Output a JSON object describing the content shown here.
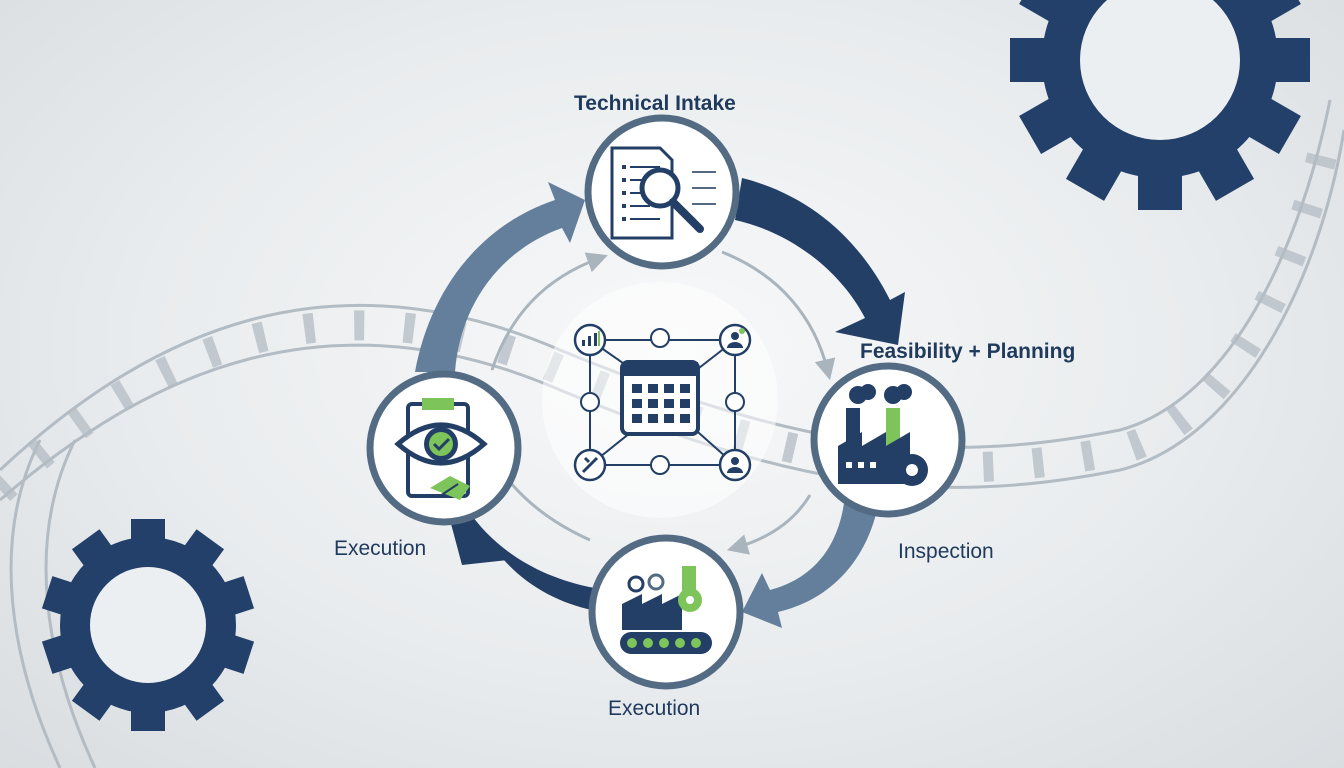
{
  "diagram": {
    "stages": [
      {
        "label": "Technical Intake",
        "icon": "document-magnifier-icon"
      },
      {
        "label": "Feasibility + Planning",
        "icon": "factory-gear-icon"
      },
      {
        "label": "Inspection"
      },
      {
        "label": "Execution",
        "icon": "factory-conveyor-icon"
      },
      {
        "label": "Execution",
        "icon": "eye-check-handshake-icon"
      }
    ],
    "center_icon": "calendar-network-icon",
    "colors": {
      "navy": "#1f3a5c",
      "slate": "#64809b",
      "green": "#7dc45a",
      "background": "#eceff1"
    }
  }
}
